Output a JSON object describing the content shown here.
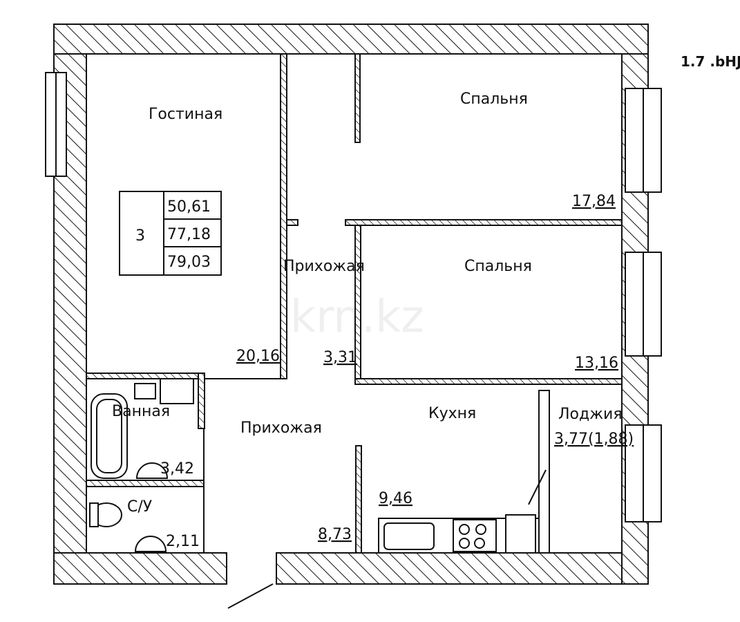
{
  "plan_code": "1.7 .bHJ",
  "watermark": "krn.kz",
  "summary": {
    "rooms": "3",
    "living_area": "50,61",
    "total_area": "77,18",
    "total_with_loggia": "79,03"
  },
  "rooms": {
    "living": {
      "name": "Гостиная",
      "area": "20,16"
    },
    "bedroom1": {
      "name": "Спальня",
      "area": "17,84"
    },
    "hall_small": {
      "name": "Прихожая",
      "area": "3,31"
    },
    "bedroom2": {
      "name": "Спальня",
      "area": "13,16"
    },
    "bathroom": {
      "name": "Ванная",
      "area": "3,42"
    },
    "wc": {
      "name": "С/У",
      "area": "2,11"
    },
    "hall": {
      "name": "Прихожая",
      "area": "8,73"
    },
    "kitchen": {
      "name": "Кухня",
      "area": "9,46"
    },
    "loggia": {
      "name": "Лоджия",
      "area": "3,77(1,88)"
    }
  },
  "colors": {
    "line": "#111111",
    "background": "#ffffff"
  }
}
